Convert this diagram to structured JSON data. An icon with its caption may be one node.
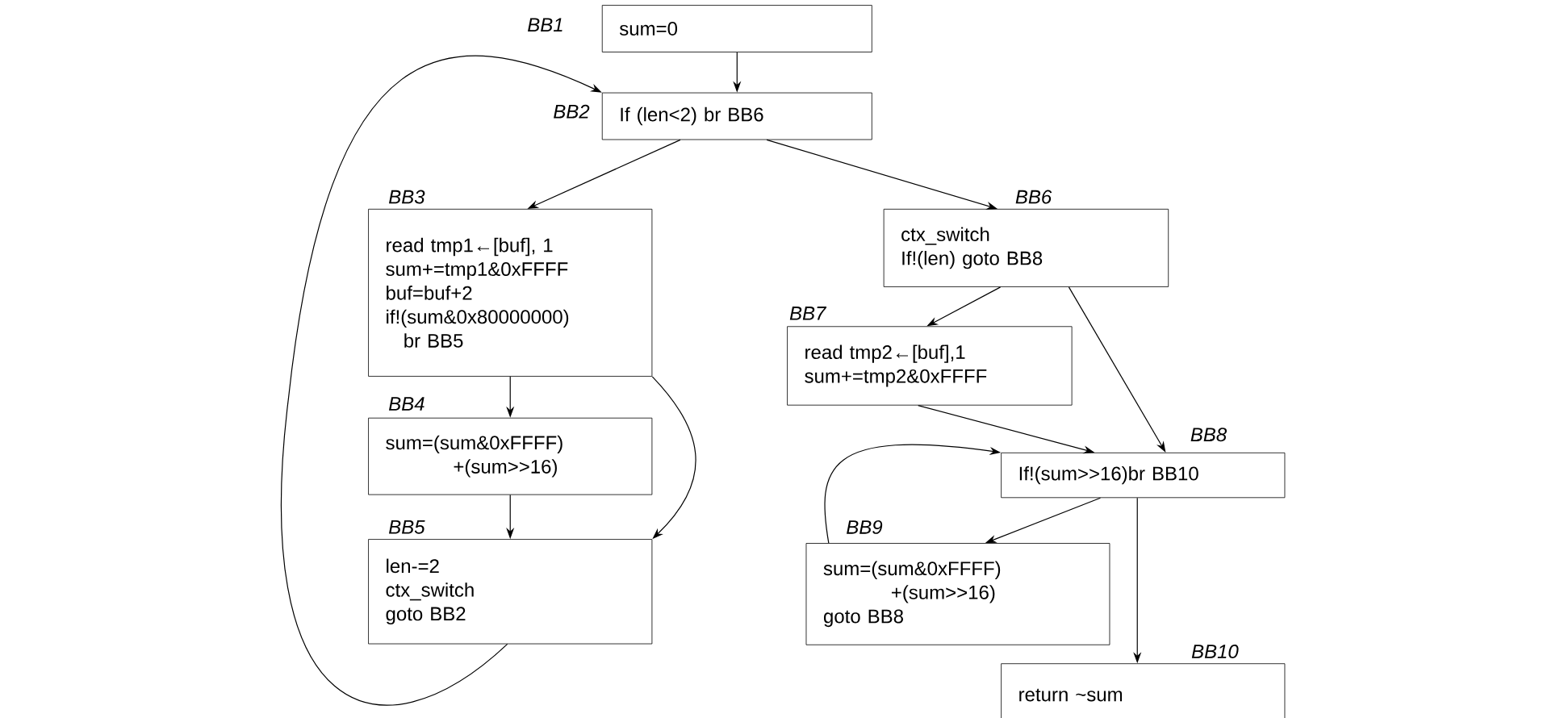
{
  "diagram": {
    "nodes": [
      {
        "text": [
          "BB1",
          "sum=0"
        ]
      },
      {
        "text": [
          "BB2",
          "If (len<2) br BB6"
        ]
      },
      {
        "text": [
          "BB3",
          "read tmp1←[buf], 1",
          "sum+=tmp1&0xFFFF",
          "buf=buf+2",
          "if!(sum&0x80000000)",
          "br BB5"
        ]
      },
      {
        "text": [
          "BB4",
          "sum=(sum&0xFFFF)",
          "+(sum>>16)"
        ]
      },
      {
        "text": [
          "BB5",
          "len-=2",
          "ctx_switch",
          "goto BB2"
        ]
      },
      {
        "text": [
          "BB6",
          "ctx_switch",
          "If!(len) goto BB8"
        ]
      },
      {
        "text": [
          "BB7",
          "read tmp2←[buf],1",
          "sum+=tmp2&0xFFFF"
        ]
      },
      {
        "text": [
          "BB8",
          "If!(sum>>16)br BB10"
        ]
      },
      {
        "text": [
          "BB9",
          "sum=(sum&0xFFFF)",
          "+(sum>>16)",
          "goto BB8"
        ]
      },
      {
        "text": [
          "BB10",
          "return ~sum"
        ]
      }
    ],
    "edges": [
      {
        "from": 0,
        "to": 1,
        "arrow": "to"
      },
      {
        "from": 1,
        "to": 2,
        "arrow": "to"
      },
      {
        "from": 1,
        "to": 5,
        "arrow": "to"
      },
      {
        "from": 2,
        "to": 3,
        "arrow": "to"
      },
      {
        "from": 2,
        "to": 4,
        "arrow": "to"
      },
      {
        "from": 3,
        "to": 4,
        "arrow": "to"
      },
      {
        "from": 4,
        "to": 1,
        "arrow": "to"
      },
      {
        "from": 5,
        "to": 6,
        "arrow": "to"
      },
      {
        "from": 5,
        "to": 7,
        "arrow": "to"
      },
      {
        "from": 6,
        "to": 7,
        "arrow": "to"
      },
      {
        "from": 7,
        "to": 8,
        "arrow": "to"
      },
      {
        "from": 8,
        "to": 7,
        "arrow": "to"
      },
      {
        "from": 7,
        "to": 9,
        "arrow": "to"
      }
    ]
  }
}
